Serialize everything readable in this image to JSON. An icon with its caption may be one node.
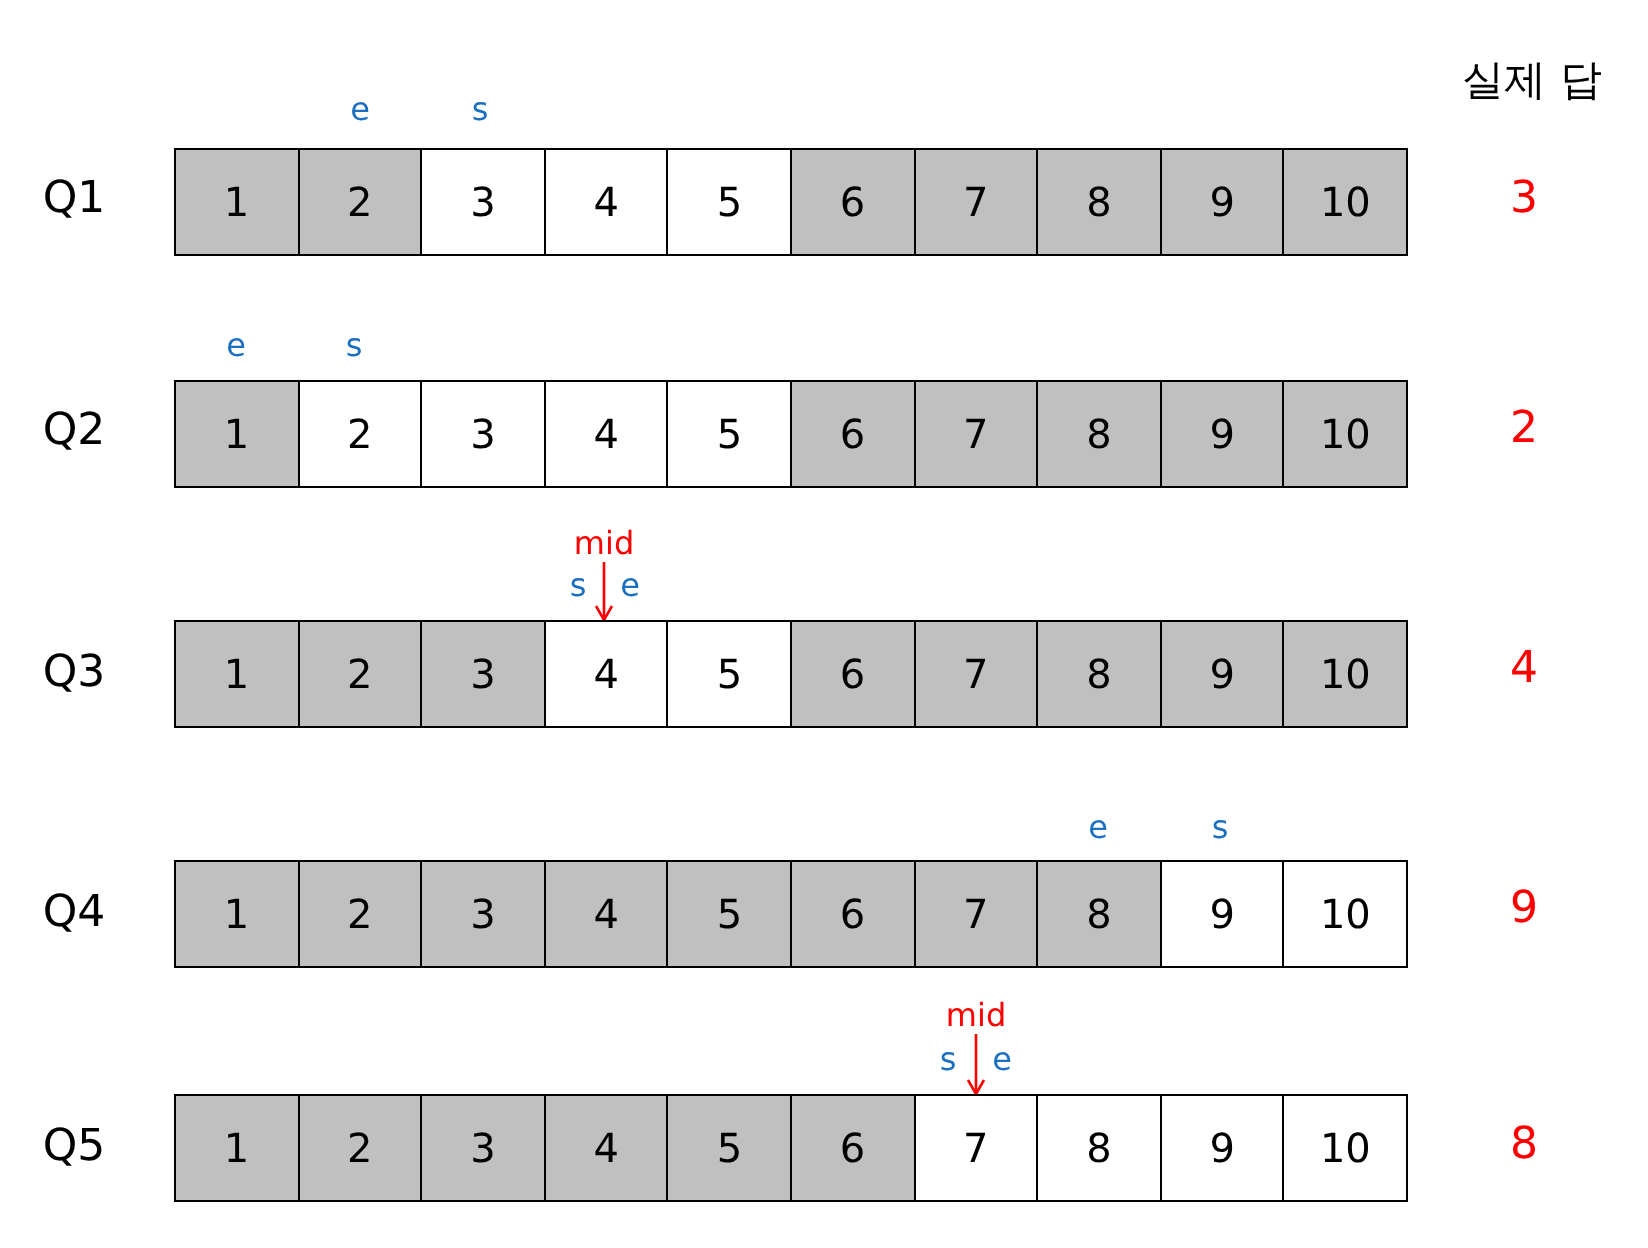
{
  "diagram": {
    "nodes": [
      {
        "text": [
          "1"
        ]
      },
      {
        "text": [
          "2"
        ]
      },
      {
        "text": [
          "3"
        ]
      },
      {
        "text": [
          "4"
        ]
      },
      {
        "text": [
          "5"
        ]
      },
      {
        "text": [
          "6"
        ]
      },
      {
        "text": [
          "7"
        ]
      },
      {
        "text": [
          "8"
        ]
      },
      {
        "text": [
          "9"
        ]
      },
      {
        "text": [
          "10"
        ]
      },
      {
        "text": [
          "1"
        ]
      },
      {
        "text": [
          "2"
        ]
      },
      {
        "text": [
          "3"
        ]
      },
      {
        "text": [
          "4"
        ]
      },
      {
        "text": [
          "5"
        ]
      },
      {
        "text": [
          "6"
        ]
      },
      {
        "text": [
          "7"
        ]
      },
      {
        "text": [
          "8"
        ]
      },
      {
        "text": [
          "9"
        ]
      },
      {
        "text": [
          "10"
        ]
      },
      {
        "text": [
          "mid"
        ]
      },
      {
        "text": [
          "1"
        ]
      },
      {
        "text": [
          "2"
        ]
      },
      {
        "text": [
          "3"
        ]
      },
      {
        "text": [
          "4"
        ]
      },
      {
        "text": [
          "5"
        ]
      },
      {
        "text": [
          "6"
        ]
      },
      {
        "text": [
          "7"
        ]
      },
      {
        "text": [
          "8"
        ]
      },
      {
        "text": [
          "9"
        ]
      },
      {
        "text": [
          "10"
        ]
      },
      {
        "text": [
          "1"
        ]
      },
      {
        "text": [
          "2"
        ]
      },
      {
        "text": [
          "3"
        ]
      },
      {
        "text": [
          "4"
        ]
      },
      {
        "text": [
          "5"
        ]
      },
      {
        "text": [
          "6"
        ]
      },
      {
        "text": [
          "7"
        ]
      },
      {
        "text": [
          "8"
        ]
      },
      {
        "text": [
          "9"
        ]
      },
      {
        "text": [
          "10"
        ]
      },
      {
        "text": [
          "mid"
        ]
      },
      {
        "text": [
          "1"
        ]
      },
      {
        "text": [
          "2"
        ]
      },
      {
        "text": [
          "3"
        ]
      },
      {
        "text": [
          "4"
        ]
      },
      {
        "text": [
          "5"
        ]
      },
      {
        "text": [
          "6"
        ]
      },
      {
        "text": [
          "7"
        ]
      },
      {
        "text": [
          "8"
        ]
      },
      {
        "text": [
          "9"
        ]
      },
      {
        "text": [
          "10"
        ]
      }
    ],
    "edges": [
      {
        "from": 20,
        "to": 24,
        "arrow": "to"
      },
      {
        "from": 41,
        "to": 48,
        "arrow": "to"
      }
    ],
    "labels": [
      "실제 답",
      "e",
      "s",
      "Q1",
      "3",
      "e",
      "s",
      "Q2",
      "2",
      "s",
      "e",
      "Q3",
      "4",
      "e",
      "s",
      "Q4",
      "9",
      "s",
      "e",
      "Q5",
      "8"
    ]
  }
}
